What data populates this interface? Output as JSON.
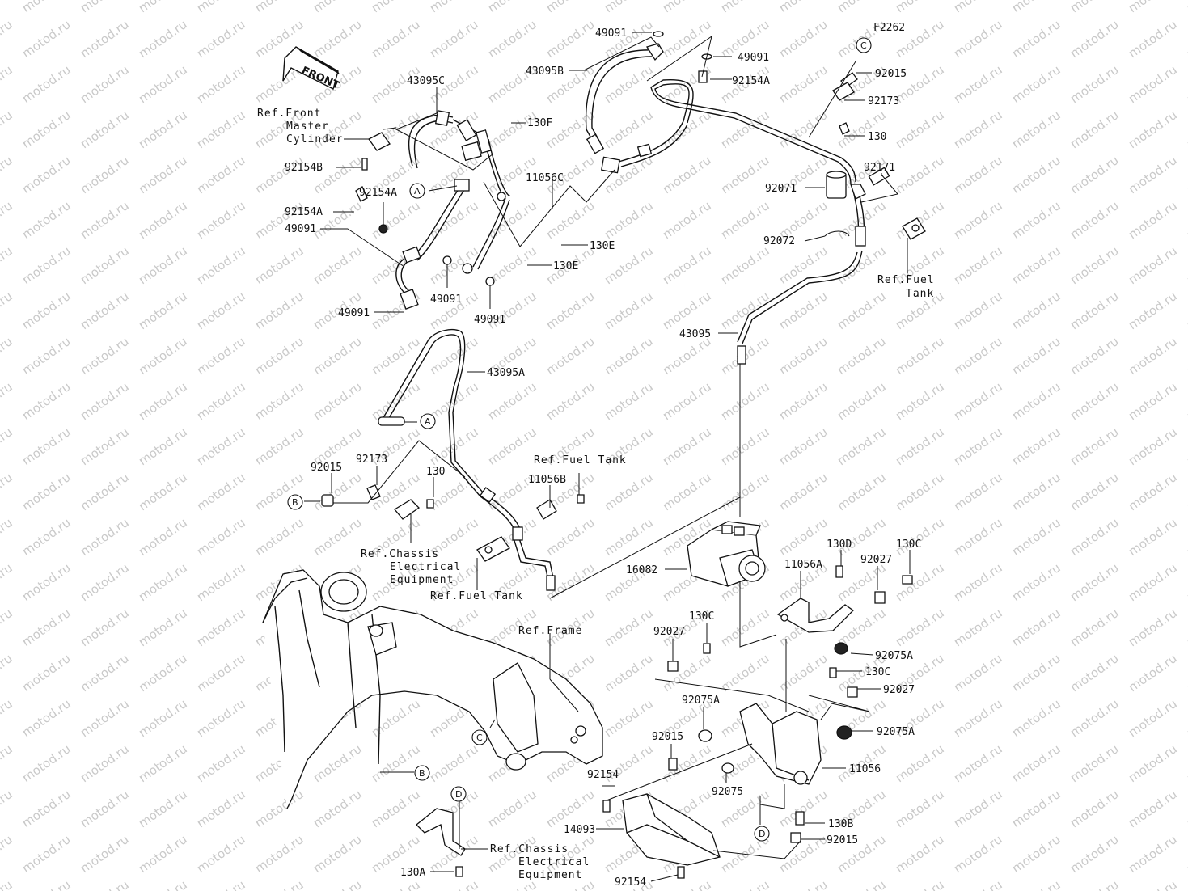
{
  "figure_code": "F2262",
  "watermark": "motod.ru",
  "front_arrow": "FRONT",
  "part_labels": [
    {
      "id": "p49091a",
      "text": "49091"
    },
    {
      "id": "p49091b",
      "text": "49091"
    },
    {
      "id": "p43095B",
      "text": "43095B"
    },
    {
      "id": "p92154A_top",
      "text": "92154A"
    },
    {
      "id": "p43095C",
      "text": "43095C"
    },
    {
      "id": "p130F",
      "text": "130F"
    },
    {
      "id": "p92154B",
      "text": "92154B"
    },
    {
      "id": "p92154A_l1",
      "text": "92154A"
    },
    {
      "id": "p92154A_l2",
      "text": "92154A"
    },
    {
      "id": "p49091c",
      "text": "49091"
    },
    {
      "id": "p11056C",
      "text": "11056C"
    },
    {
      "id": "p130E_a",
      "text": "130E"
    },
    {
      "id": "p130E_b",
      "text": "130E"
    },
    {
      "id": "p49091d",
      "text": "49091"
    },
    {
      "id": "p49091e",
      "text": "49091"
    },
    {
      "id": "p49091f",
      "text": "49091"
    },
    {
      "id": "p92015_c",
      "text": "92015"
    },
    {
      "id": "p92173_c",
      "text": "92173"
    },
    {
      "id": "p130_c",
      "text": "130"
    },
    {
      "id": "p92171",
      "text": "92171"
    },
    {
      "id": "p92071",
      "text": "92071"
    },
    {
      "id": "p92072",
      "text": "92072"
    },
    {
      "id": "p43095",
      "text": "43095"
    },
    {
      "id": "p43095A",
      "text": "43095A"
    },
    {
      "id": "p92015_b",
      "text": "92015"
    },
    {
      "id": "p92173_b",
      "text": "92173"
    },
    {
      "id": "p130_b",
      "text": "130"
    },
    {
      "id": "p11056B",
      "text": "11056B"
    },
    {
      "id": "p16082",
      "text": "16082"
    },
    {
      "id": "p130D",
      "text": "130D"
    },
    {
      "id": "p130C_a",
      "text": "130C"
    },
    {
      "id": "p11056A",
      "text": "11056A"
    },
    {
      "id": "p92027_a",
      "text": "92027"
    },
    {
      "id": "p92027_b",
      "text": "92027"
    },
    {
      "id": "p130C_b",
      "text": "130C"
    },
    {
      "id": "p92075A_a",
      "text": "92075A"
    },
    {
      "id": "p130C_c",
      "text": "130C"
    },
    {
      "id": "p92027_c",
      "text": "92027"
    },
    {
      "id": "p92075A_b",
      "text": "92075A"
    },
    {
      "id": "p92075A_c",
      "text": "92075A"
    },
    {
      "id": "p92015_d",
      "text": "92015"
    },
    {
      "id": "p11056",
      "text": "11056"
    },
    {
      "id": "p92154_a",
      "text": "92154"
    },
    {
      "id": "p92075",
      "text": "92075"
    },
    {
      "id": "p14093",
      "text": "14093"
    },
    {
      "id": "p130B",
      "text": "130B"
    },
    {
      "id": "p92015_e",
      "text": "92015"
    },
    {
      "id": "p130A",
      "text": "130A"
    },
    {
      "id": "p92154_b",
      "text": "92154"
    }
  ],
  "ref_labels": {
    "front_master": [
      "Ref.Front",
      "Master",
      "Cylinder"
    ],
    "fuel_tank_right": [
      "Ref.Fuel",
      "Tank"
    ],
    "fuel_tank_mid": "Ref.Fuel Tank",
    "fuel_tank_low": "Ref.Fuel Tank",
    "chassis_elec_mid": [
      "Ref.Chassis",
      "Electrical",
      "Equipment"
    ],
    "frame": "Ref.Frame",
    "chassis_elec_low": [
      "Ref.Chassis",
      "Electrical",
      "Equipment"
    ]
  },
  "circle_refs": {
    "c_top": "C",
    "a_top": "A",
    "a_mid": "A",
    "b_left": "B",
    "c_frame": "C",
    "b_frame": "B",
    "d_low": "D",
    "d_right": "D"
  }
}
